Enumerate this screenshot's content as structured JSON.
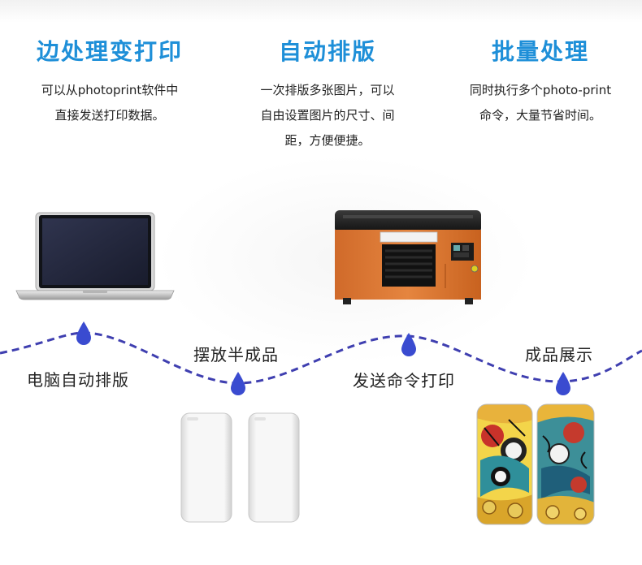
{
  "features": [
    {
      "title": "边处理变打印",
      "desc_lines": [
        "可以从photoprint软件中",
        "直接发送打印数据。"
      ]
    },
    {
      "title": "自动排版",
      "desc_lines": [
        "一次排版多张图片，可以",
        "自由设置图片的尺寸、间",
        "距，方便便捷。"
      ]
    },
    {
      "title": "批量处理",
      "desc_lines": [
        "同时执行多个photo-print",
        "命令，大量节省时间。"
      ]
    }
  ],
  "steps": [
    {
      "label": "电脑自动排版"
    },
    {
      "label": "摆放半成品"
    },
    {
      "label": "发送命令打印"
    },
    {
      "label": "成品展示"
    }
  ],
  "colors": {
    "title_blue": "#1e8fd8",
    "wave_dash": "#3f3fb0",
    "drop_blue": "#3a4bd0",
    "printer_orange": "#e07a36"
  }
}
